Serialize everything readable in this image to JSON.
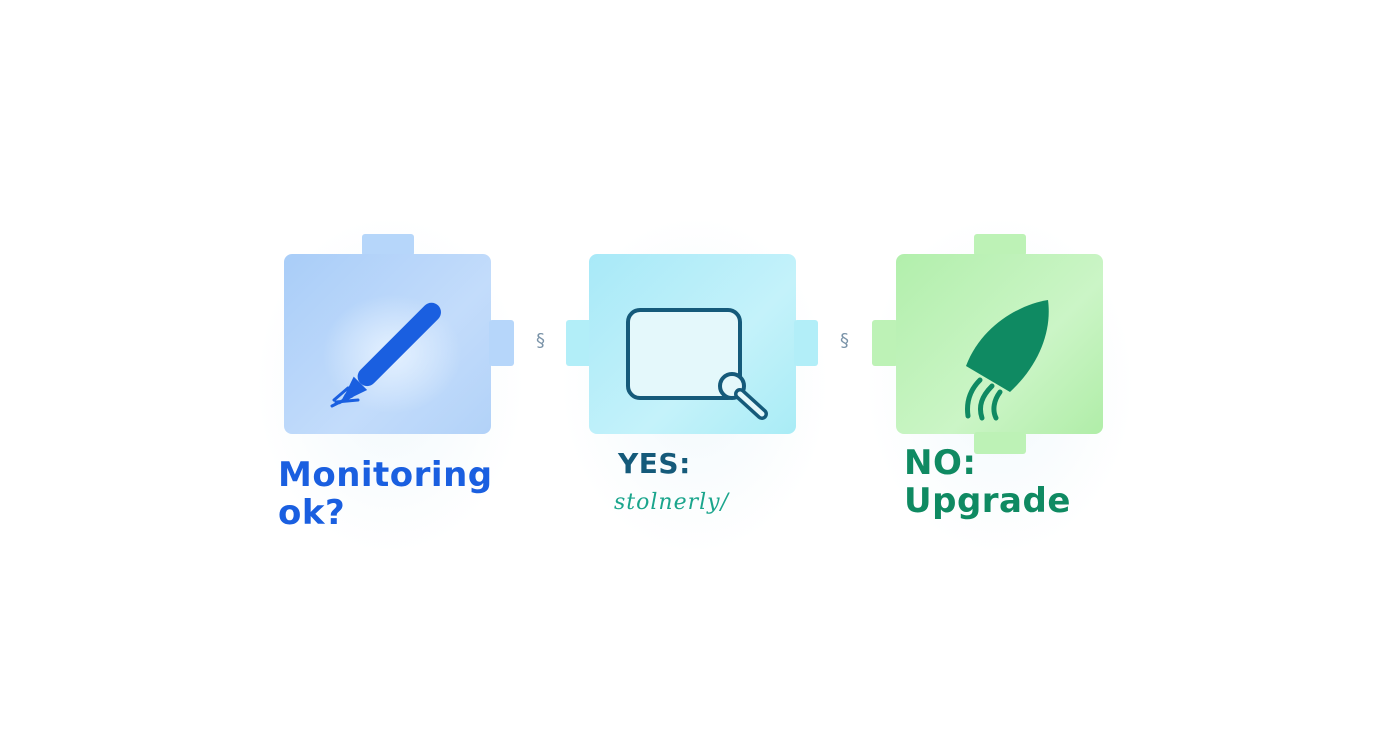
{
  "steps": [
    {
      "label_line1": "Monitoring",
      "label_line2": "ok?",
      "icon": "pen-icon",
      "color": "#1a5fe0",
      "fill": "#b6d6fa"
    },
    {
      "label_line1": "YES:",
      "label_line2": "stolnerly/",
      "icon": "search-window-icon",
      "color": "#155a7a",
      "script_color": "#1aa58c",
      "fill": "#b2eef8"
    },
    {
      "label_line1": "NO:",
      "label_line2": "Upgrade",
      "icon": "rocket-icon",
      "color": "#0f8a62",
      "fill": "#bdf2b6"
    }
  ],
  "connectors": [
    {
      "glyph": "§"
    },
    {
      "glyph": "§"
    }
  ]
}
